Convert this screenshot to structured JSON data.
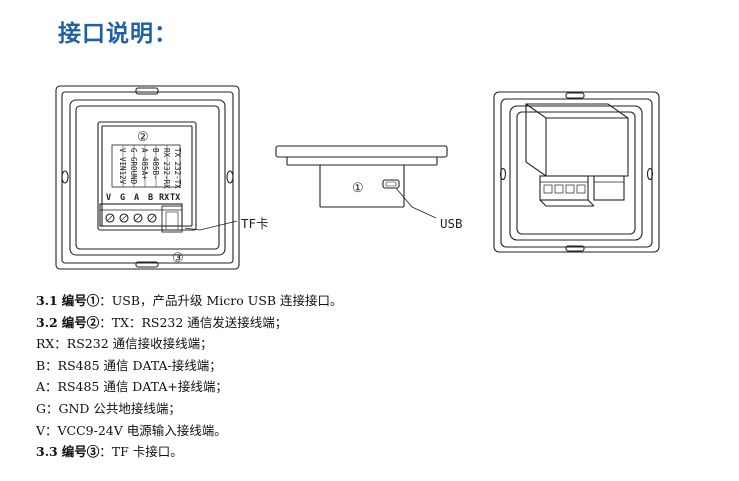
{
  "title": "接口说明：",
  "figure": {
    "marker_1": "①",
    "marker_2": "②",
    "marker_3": "③",
    "label_usb": "USB",
    "label_tf": "TF卡",
    "terminal_labels": [
      "V",
      "G",
      "A",
      "B",
      "RX",
      "TX"
    ],
    "module_text": [
      "TX 232-TX",
      "RX 232-RX",
      "B 485B-",
      "A 485A+",
      "G GROUND",
      "V VIN12V"
    ]
  },
  "notes": [
    {
      "num": "3.1",
      "label": "编号①",
      "text": "：USB，产品升级 Micro USB 连接接口。"
    },
    {
      "num": "3.2",
      "label": "编号②",
      "text": "：TX：RS232 通信发送接线端；"
    },
    {
      "num": "",
      "label": "",
      "text": "RX：RS232 通信接收接线端；"
    },
    {
      "num": "",
      "label": "",
      "text": "B：RS485 通信 DATA-接线端；"
    },
    {
      "num": "",
      "label": "",
      "text": "A：RS485 通信 DATA+接线端；"
    },
    {
      "num": "",
      "label": "",
      "text": "G：GND 公共地接线端；"
    },
    {
      "num": "",
      "label": "",
      "text": "V：VCC9-24V 电源输入接线端。"
    },
    {
      "num": "3.3",
      "label": "编号③",
      "text": "：TF 卡接口。"
    }
  ]
}
